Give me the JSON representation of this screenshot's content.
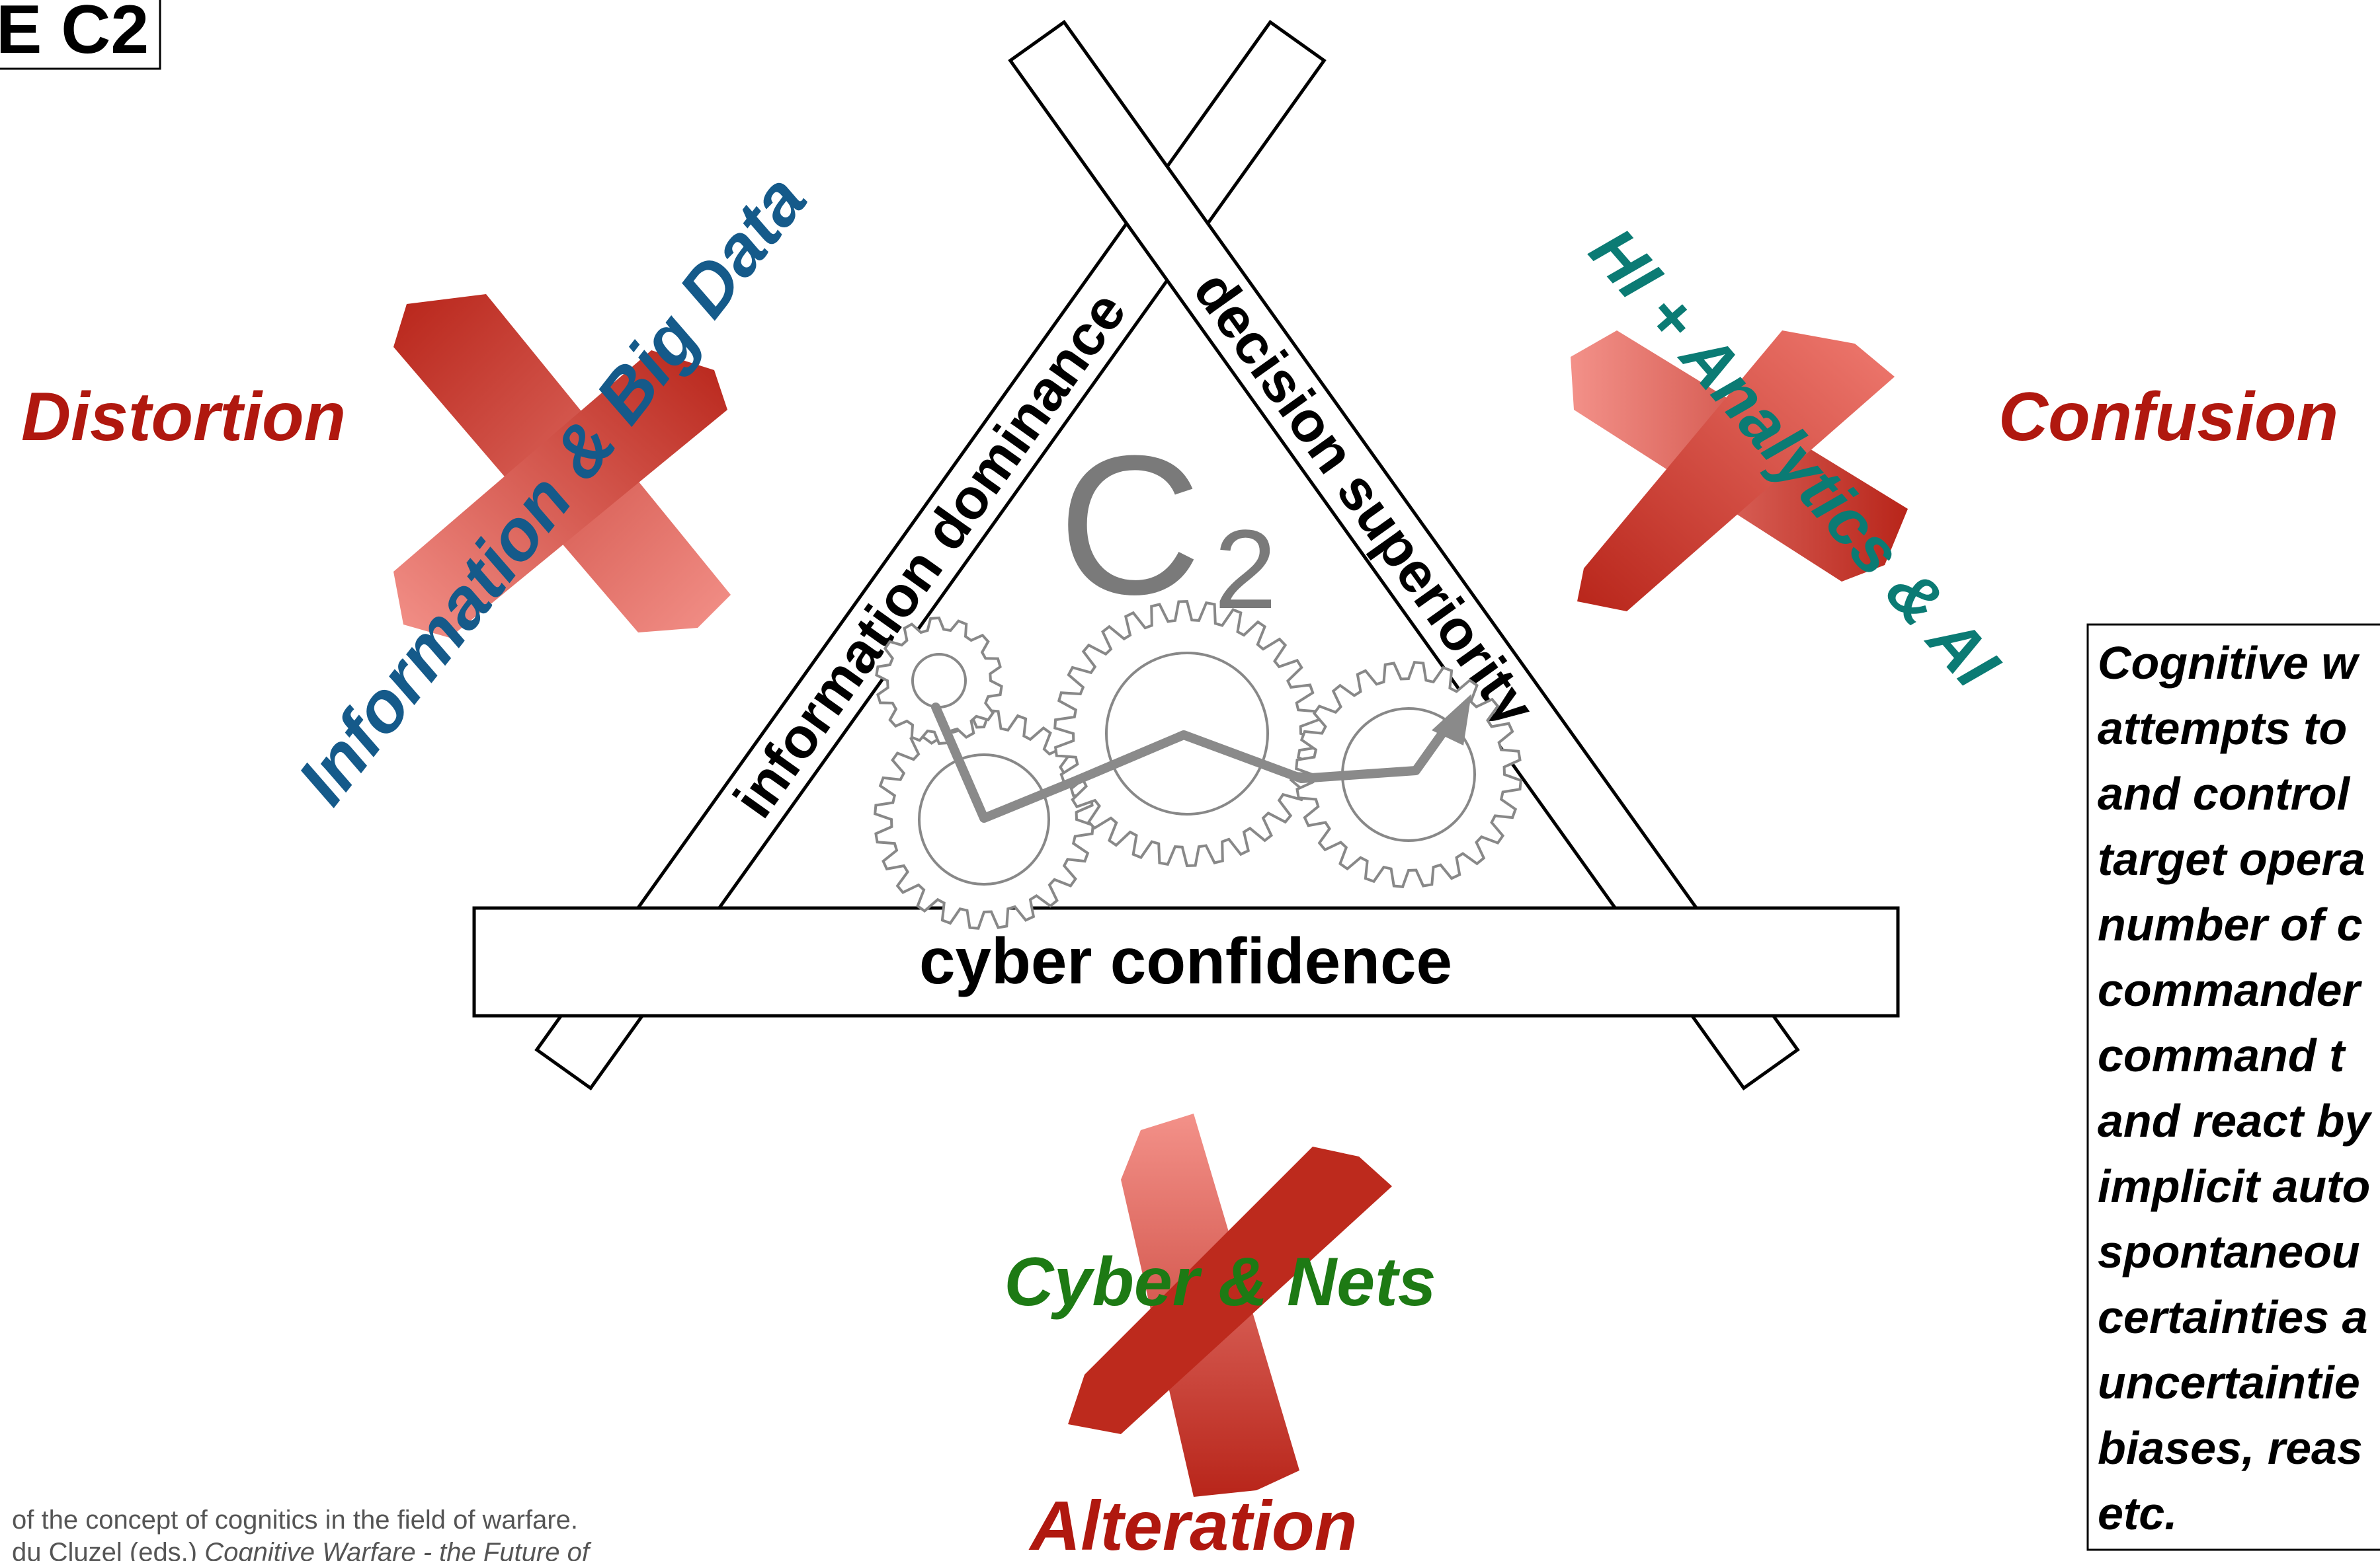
{
  "diagram": {
    "corner_label": "E C2",
    "center_label": {
      "main": "C",
      "sub": "2"
    },
    "bars": {
      "left": "information dominance",
      "right": "decision superiority",
      "bottom": "cyber confidence"
    },
    "pillars": {
      "info": "Information & Big Data",
      "ai": "HI + Analytics & AI",
      "cyber": "Cyber & Nets"
    },
    "effects": {
      "distortion": "Distortion",
      "confusion": "Confusion",
      "alteration": "Alteration"
    },
    "quote_lines": [
      "Cognitive w",
      "attempts to",
      "and control",
      "target opera",
      "number of c",
      "commander",
      "command t",
      "and react by",
      "implicit auto",
      "spontaneou",
      "certainties a",
      "uncertaintie",
      "biases, reas",
      "etc."
    ],
    "caption": {
      "line1": "of the concept of cognitics in the field of warfare.",
      "line2_prefix": "du Cluzel (eds.) ",
      "line2_italic": "Cognitive Warfare - the Future of"
    },
    "colors": {
      "effect_red": "#b0180f",
      "info_blue": "#155a8a",
      "ai_teal": "#0b7b74",
      "cyber_green": "#1d7a14",
      "gear_gray": "#888888",
      "c2_gray": "#7a7a7a",
      "cross_dark": "#b8251a",
      "cross_light": "#f38a82"
    }
  }
}
